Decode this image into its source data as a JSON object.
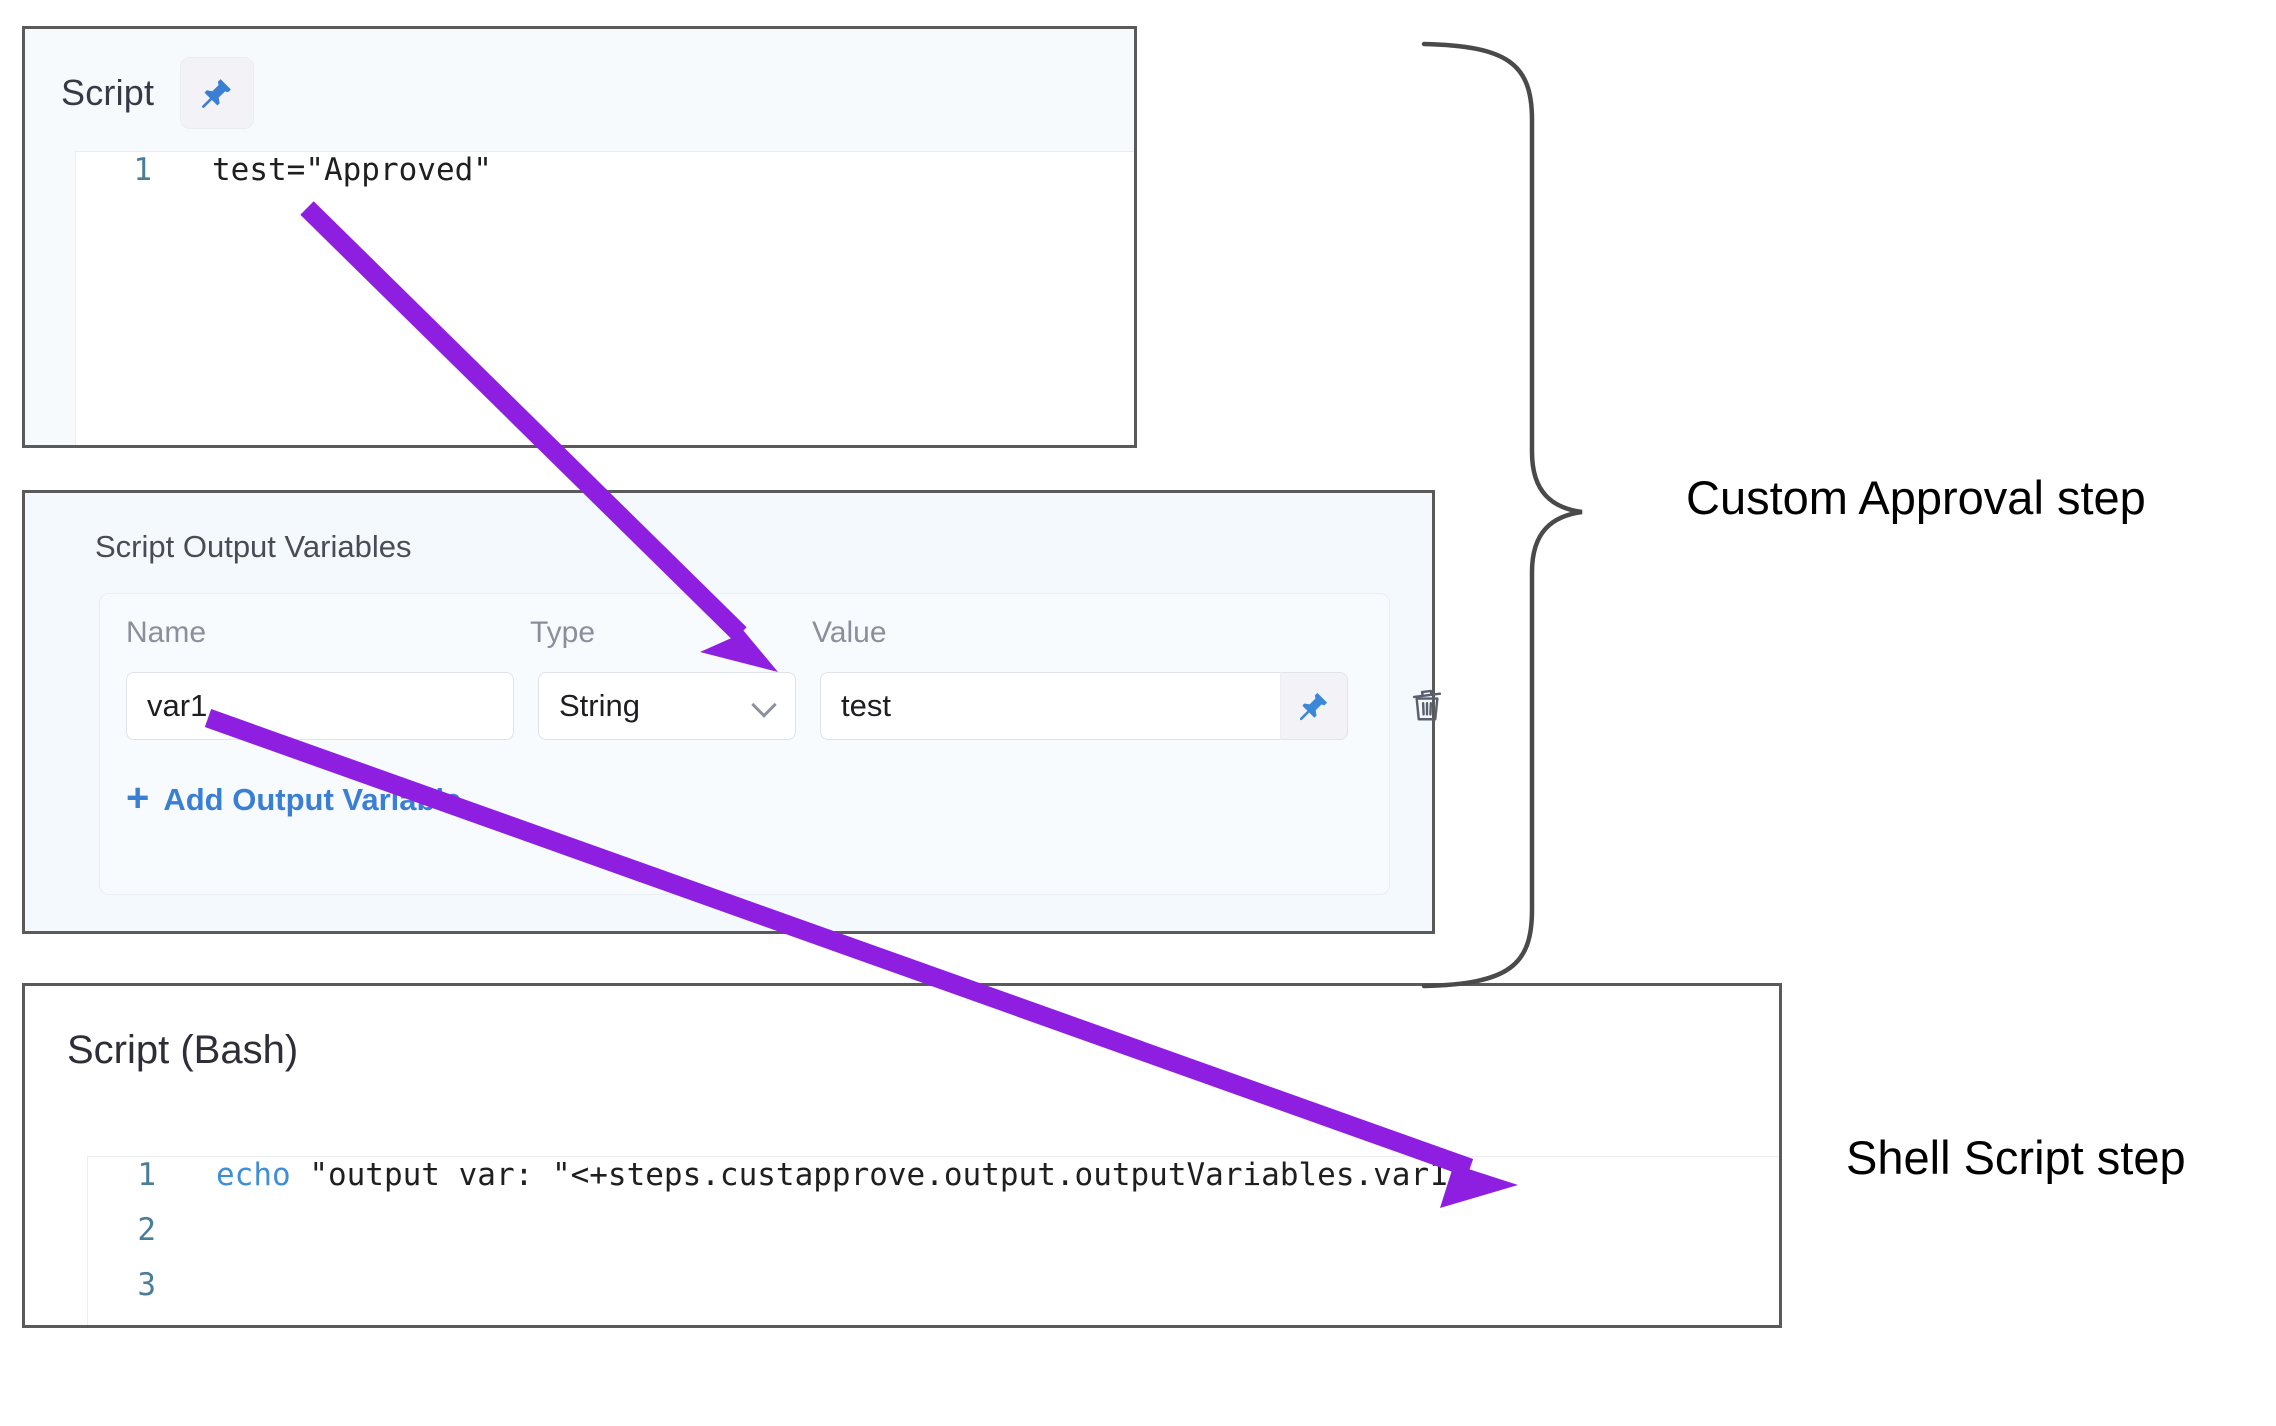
{
  "script_panel": {
    "title": "Script",
    "pin_icon": "pushpin-icon",
    "code": [
      {
        "num": "1",
        "text": "test=\"Approved\""
      }
    ]
  },
  "output_variables_panel": {
    "title": "Script Output Variables",
    "columns": {
      "name": "Name",
      "type": "Type",
      "value": "Value"
    },
    "rows": [
      {
        "name": "var1",
        "type": "String",
        "value": "test",
        "pin_icon": "pushpin-icon",
        "delete_icon": "trash-icon"
      }
    ],
    "add_button": {
      "plus": "+",
      "label": "Add Output Variable"
    }
  },
  "bash_panel": {
    "title": "Script (Bash)",
    "code": [
      {
        "num": "1",
        "keyword": "echo",
        "text": " \"output var: \"<+steps.custapprove.output.outputVariables.var1>"
      },
      {
        "num": "2",
        "keyword": "",
        "text": ""
      },
      {
        "num": "3",
        "keyword": "",
        "text": ""
      }
    ]
  },
  "annotations": {
    "custom_approval_label": "Custom Approval step",
    "shell_script_label": "Shell Script step",
    "arrow_color": "#8f1fe0",
    "brace_color": "#4a4a4a",
    "arrows": [
      {
        "from": "script-code-line",
        "to": "value-column-header"
      },
      {
        "from": "name-field-var1",
        "to": "bash-expression-var1"
      }
    ]
  }
}
